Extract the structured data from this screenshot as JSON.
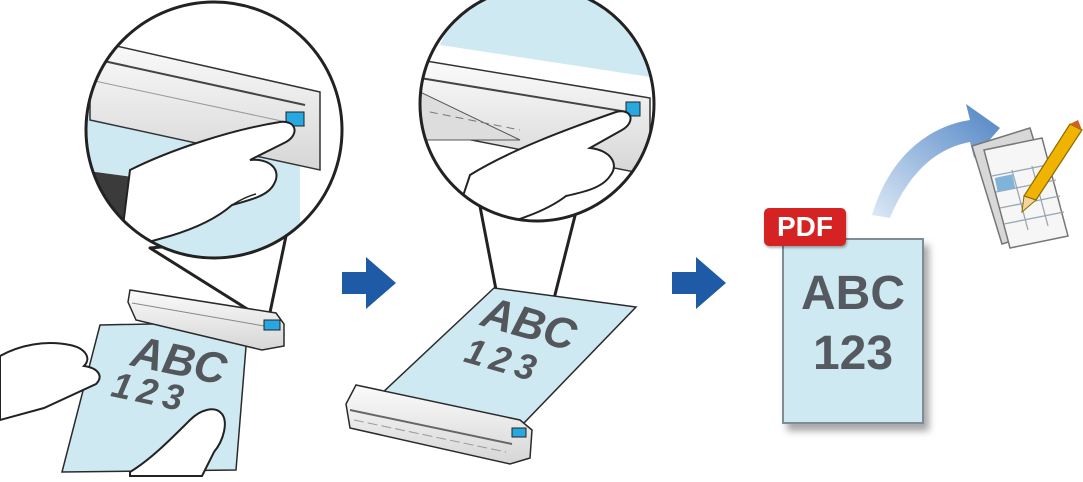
{
  "left_panel": {
    "paper_text_line1": "ABC",
    "paper_text_line2": "123"
  },
  "middle_panel": {
    "paper_text_line1": "ABC",
    "paper_text_line2": "123"
  },
  "result_panel": {
    "badge_label": "PDF",
    "doc_line1": "ABC",
    "doc_line2": "123"
  },
  "icons": [
    "scan-start-illustration",
    "scan-feeding-illustration",
    "flow-arrow-icon",
    "pdf-document-icon",
    "curved-arrow-icon",
    "spreadsheet-edit-icon"
  ],
  "colors": {
    "paper": "#cfe9f2",
    "flow_arrow": "#1e5aa6",
    "pdf_badge": "#d42322",
    "doc_text": "#555a60",
    "indicator": "#27a8e0"
  }
}
